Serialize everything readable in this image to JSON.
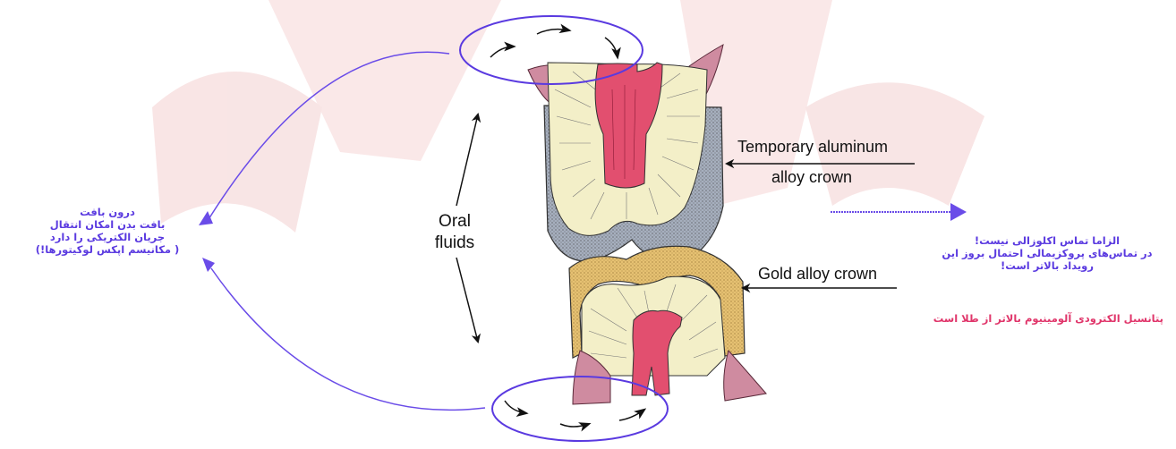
{
  "labels": {
    "oral_fluids": [
      "Oral",
      "fluids"
    ],
    "temp_crown": [
      "Temporary aluminum",
      "alloy crown"
    ],
    "gold_crown": "Gold alloy crown"
  },
  "notes": {
    "left": [
      "درون بافت",
      "بافت بدن امکان انتقال",
      "جریان الکتریکی را دارد",
      "( مکانیسم اپکس لوکیتورها!)"
    ],
    "right": [
      "الزاما تماس اکلوزالی نیست!",
      "در تماس‌های پروکزیمالی احتمال بروز این",
      "رویداد بالاتر است!"
    ],
    "potential": "پتانسیل الکترودی آلومینیوم بالاتر از طلا است"
  },
  "colors": {
    "annotation_blue": "#5a3ae0",
    "annotation_pink": "#e0356a",
    "pulp": "#e24f6f",
    "dentin": "#f3efc8",
    "aluminum_crown": "#9ea7b6",
    "gold_crown": "#e6c172",
    "gingiva": "#cf8ba0",
    "watermark": "#f7dddd"
  }
}
